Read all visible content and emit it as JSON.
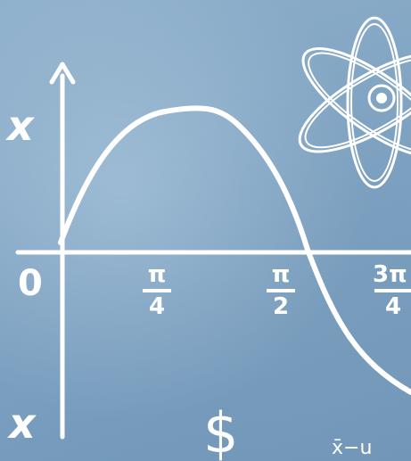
{
  "axis_labels": {
    "y_top": "x",
    "y_bottom": "x",
    "origin": "0"
  },
  "ticks": {
    "pi_over_4": {
      "num": "π",
      "den": "4"
    },
    "pi_over_2": {
      "num": "π",
      "den": "2"
    },
    "three_pi_over_4": {
      "num": "3π",
      "den": "4"
    }
  },
  "corner_text": {
    "dollar_like": "$",
    "formula": "x̄−u"
  },
  "colors": {
    "chalk": "#ffffff",
    "board": "#7fa3c2"
  }
}
